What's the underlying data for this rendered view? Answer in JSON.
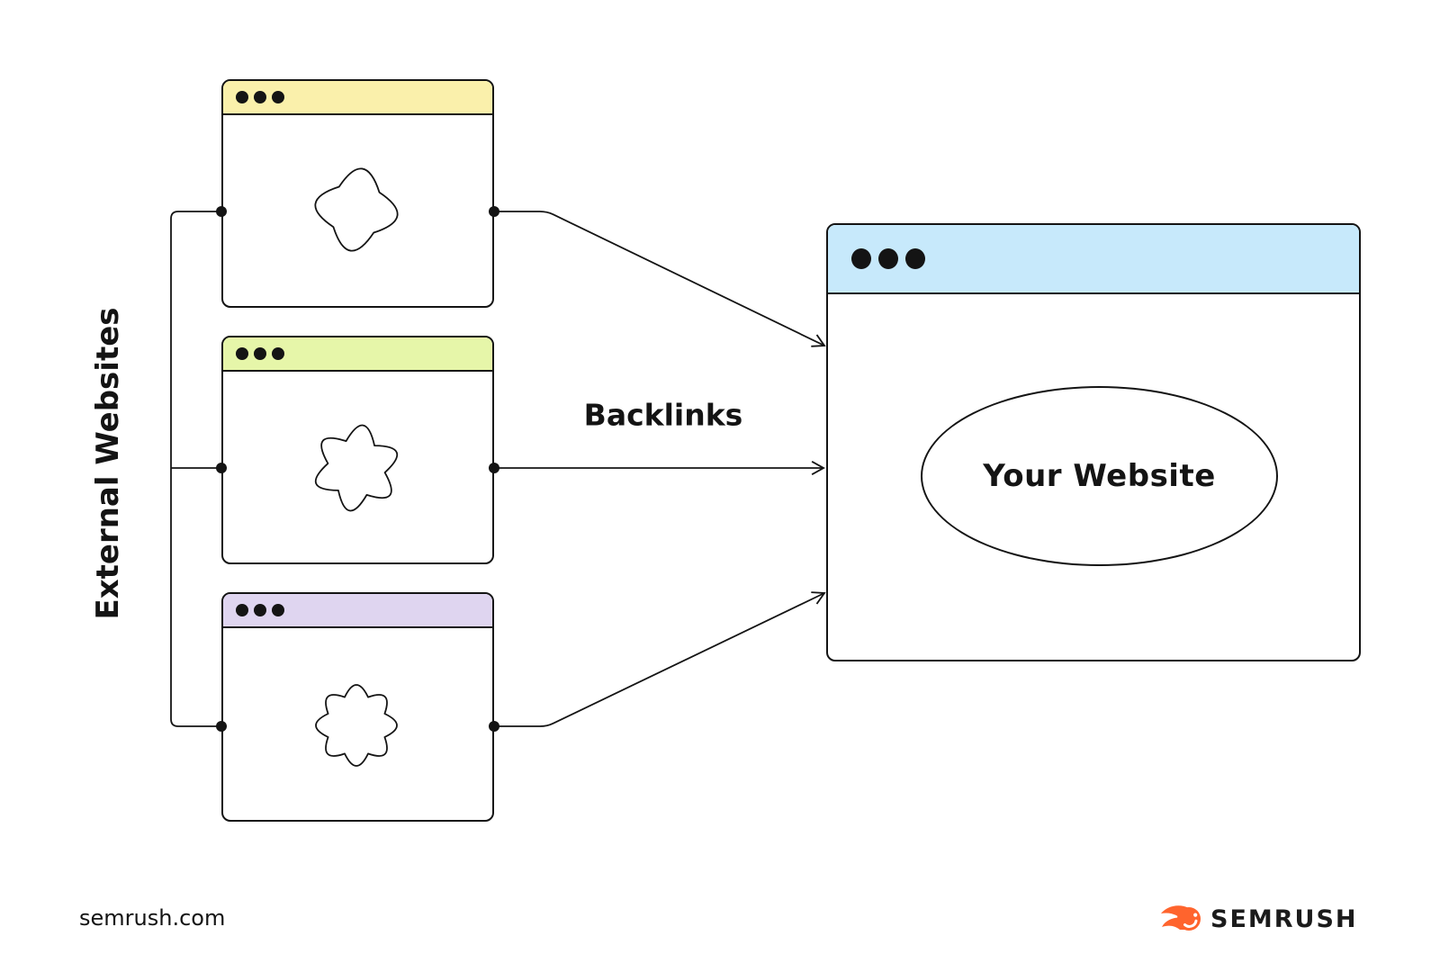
{
  "diagram": {
    "left_label": "External Websites",
    "arrow_label": "Backlinks",
    "target_label": "Your Website",
    "line_color": "#141414",
    "windows": {
      "external": [
        {
          "name": "external-website-1",
          "header_color": "#FAF0AB",
          "blob": "diamond"
        },
        {
          "name": "external-website-2",
          "header_color": "#E6F6A9",
          "blob": "star"
        },
        {
          "name": "external-website-3",
          "header_color": "#DFD5F0",
          "blob": "flower"
        }
      ],
      "target": {
        "name": "your-website-window",
        "header_color": "#C7E9FB"
      }
    }
  },
  "footer": {
    "site_url": "semrush.com",
    "brand_name": "SEMRUSH",
    "brand_color": "#FF642D",
    "brand_text_color": "#1B1B1B"
  }
}
